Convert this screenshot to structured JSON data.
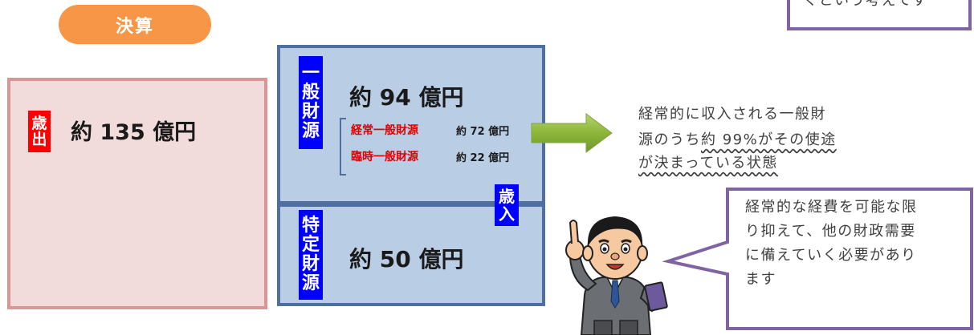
{
  "header": {
    "label": "決算"
  },
  "expenditure": {
    "tag_line1": "歳",
    "tag_line2": "出",
    "amount": "約 135 億円"
  },
  "revenue": {
    "tag_line1": "歳",
    "tag_line2": "入",
    "general": {
      "tag": [
        "一",
        "般",
        "財",
        "源"
      ],
      "amount": "約 94 億円",
      "breakdown": [
        {
          "label": "経常一般財源",
          "amount": "約 72 億円"
        },
        {
          "label": "臨時一般財源",
          "amount": "約 22 億円"
        }
      ]
    },
    "specific": {
      "tag": [
        "特",
        "定",
        "財",
        "源"
      ],
      "amount": "約 50 億円"
    }
  },
  "explanation": {
    "line1": "経常的に収入される一般財",
    "line2_plain": "源のうち",
    "line2_wavy": "約 99%がその使途",
    "line3_wavy": "が決まっている状態"
  },
  "top_callout": {
    "text": "くという考えです"
  },
  "speech_bubble": {
    "lines": [
      "経常的な経費を可能な限",
      "り抑えて、他の財政需要",
      "に備えていく必要があり",
      "ます"
    ]
  },
  "colors": {
    "header_orange": "#F79646",
    "expense_fill": "#F2DCDB",
    "expense_border": "#D99694",
    "revenue_fill": "#B9CDE5",
    "revenue_border": "#4F6FA0",
    "red_tag": "#FF0000",
    "blue_tag": "#0000FF",
    "arrow_green": "#8DB53A",
    "callout_border": "#8064A2"
  }
}
